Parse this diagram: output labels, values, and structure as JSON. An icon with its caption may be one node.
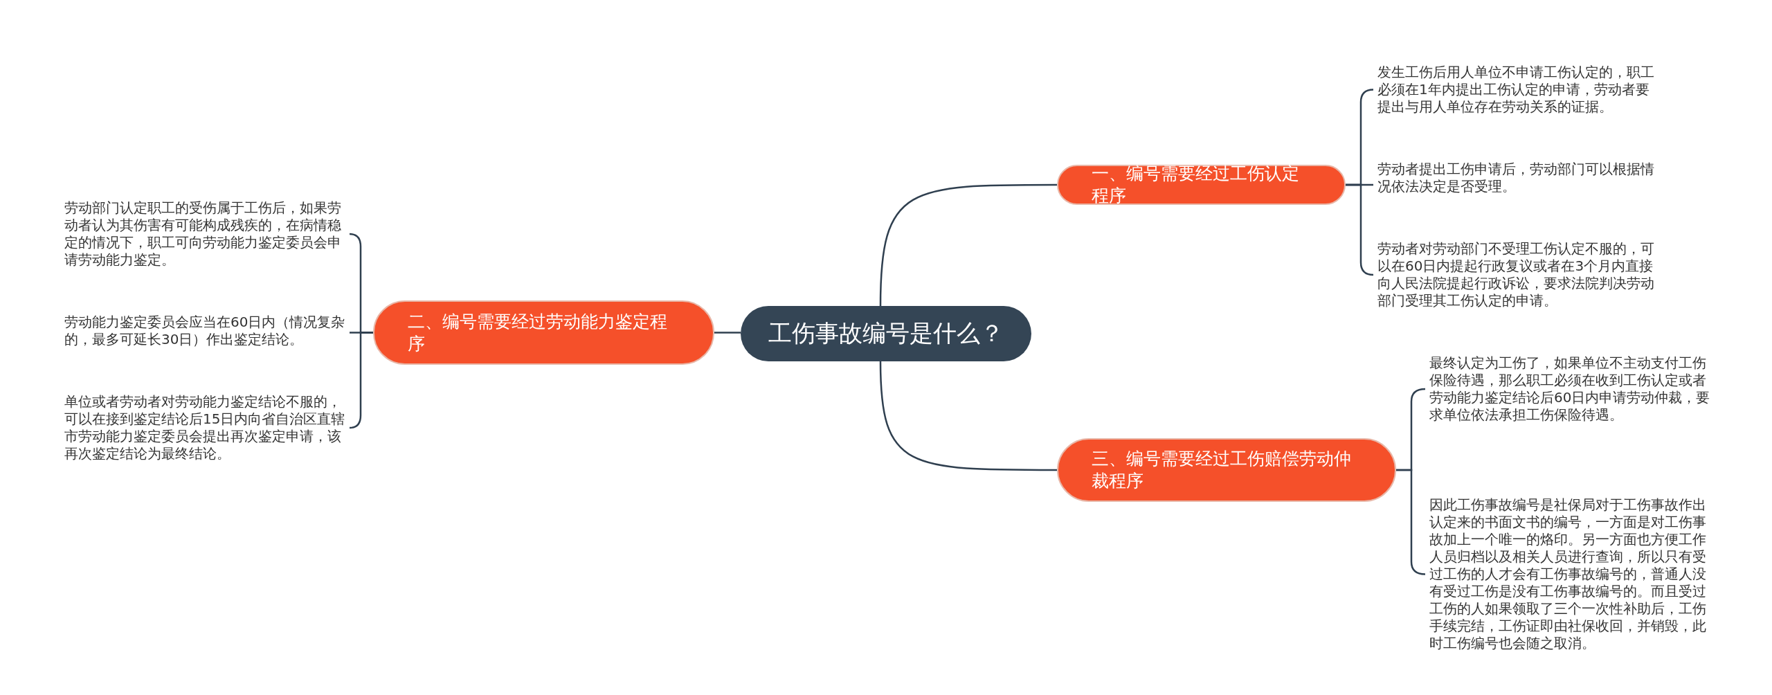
{
  "diagram": {
    "nodes": [
      {
        "text": [
          "工伤事故编号是什么？"
        ]
      },
      {
        "text": [
          "一、编号需要经过工伤认定程序"
        ]
      },
      {
        "text": [
          "发生工伤后用人单位不申请工伤认定的，职工必须在1年内提出工伤认定的申请，劳动者要提出与用人单位存在劳动关系的证据。"
        ]
      },
      {
        "text": [
          "劳动者提出工伤申请后，劳动部门可以根据情况依法决定是否受理。"
        ]
      },
      {
        "text": [
          "劳动者对劳动部门不受理工伤认定不服的，可以在60日内提起行政复议或者在3个月内直接向人民法院提起行政诉讼，要求法院判决劳动部门受理其工伤认定的申请。"
        ]
      },
      {
        "text": [
          "二、编号需要经过劳动能力鉴定程序"
        ]
      },
      {
        "text": [
          "劳动部门认定职工的受伤属于工伤后，如果劳动者认为其伤害有可能构成残疾的，在病情稳定的情况下，职工可向劳动能力鉴定委员会申请劳动能力鉴定。"
        ]
      },
      {
        "text": [
          "劳动能力鉴定委员会应当在60日内（情况复杂的，最多可延长30日）作出鉴定结论。"
        ]
      },
      {
        "text": [
          "单位或者劳动者对劳动能力鉴定结论不服的，可以在接到鉴定结论后15日内向省自治区直辖市劳动能力鉴定委员会提出再次鉴定申请，该再次鉴定结论为最终结论。"
        ]
      },
      {
        "text": [
          "三、编号需要经过工伤赔偿劳动仲裁程序"
        ]
      },
      {
        "text": [
          "最终认定为工伤了，如果单位不主动支付工伤保险待遇，那么职工必须在收到工伤认定或者劳动能力鉴定结论后60日内申请劳动仲裁，要求单位依法承担工伤保险待遇。"
        ]
      },
      {
        "text": [
          "因此工伤事故编号是社保局对于工伤事故作出认定来的书面文书的编号，一方面是对工伤事故加上一个唯一的烙印。另一方面也方便工作人员归档以及相关人员进行查询，所以只有受过工伤的人才会有工伤事故编号的，普通人没有受过工伤是没有工伤事故编号的。而且受过工伤的人如果领取了三个一次性补助后，工伤手续完结，工伤证即由社保收回，并销毁，此时工伤编号也会随之取消。"
        ]
      }
    ],
    "edges": [
      {
        "from": 0,
        "to": 1,
        "arrow": "none"
      },
      {
        "from": 1,
        "to": 2,
        "arrow": "none"
      },
      {
        "from": 1,
        "to": 3,
        "arrow": "none"
      },
      {
        "from": 1,
        "to": 4,
        "arrow": "none"
      },
      {
        "from": 0,
        "to": 5,
        "arrow": "none"
      },
      {
        "from": 5,
        "to": 6,
        "arrow": "none"
      },
      {
        "from": 5,
        "to": 7,
        "arrow": "none"
      },
      {
        "from": 5,
        "to": 8,
        "arrow": "none"
      },
      {
        "from": 0,
        "to": 9,
        "arrow": "none"
      },
      {
        "from": 9,
        "to": 10,
        "arrow": "none"
      },
      {
        "from": 9,
        "to": 11,
        "arrow": "none"
      }
    ]
  }
}
